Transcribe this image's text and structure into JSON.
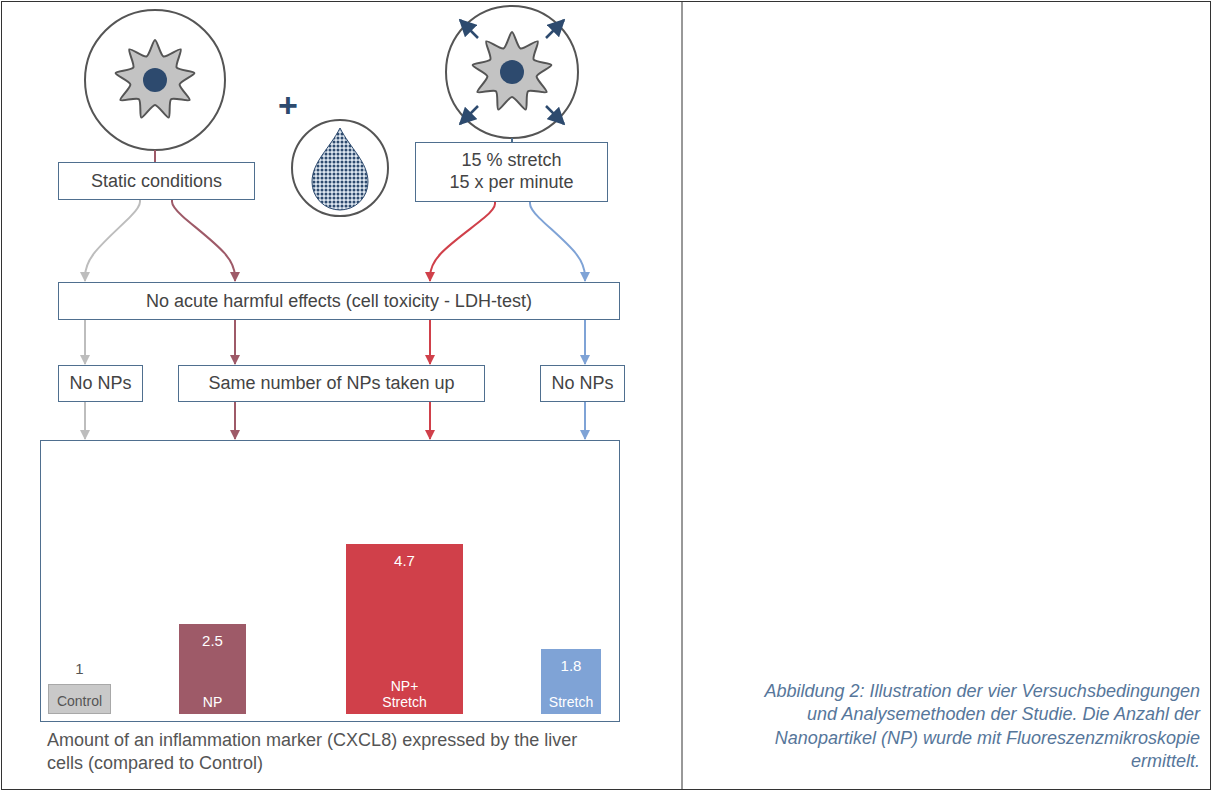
{
  "diagram": {
    "caption": "Abbildung 2: Illustration der vier Versuchsbedingungen und Analysemethoden der Studie. Die Anzahl der Nanopartikel (NP) wurde mit Fluoreszenzmikroskopie ermittelt.",
    "nodes": [
      {
        "text": [
          "Static conditions"
        ]
      },
      {
        "text": [
          "15 % stretch 15 x per minute"
        ]
      },
      {
        "text": [
          "No acute harmful effects (cell toxicity - LDH-test)"
        ]
      },
      {
        "text": [
          "No NPs"
        ]
      },
      {
        "text": [
          "Same number of NPs taken up"
        ]
      },
      {
        "text": [
          "No NPs"
        ]
      },
      {
        "text": [
          "Amount of an inflammation marker (CXCL8) expressed by the liver cells (compared to Control)"
        ]
      },
      {
        "text": [
          "1",
          "Control"
        ],
        "in": 6
      },
      {
        "text": [
          "2.5",
          "NP"
        ],
        "in": 6
      },
      {
        "text": [
          "4.7",
          "NP+ Stretch"
        ],
        "in": 6
      },
      {
        "text": [
          "1.8",
          "Stretch"
        ],
        "in": 6
      }
    ],
    "edges": [
      {
        "from": 0,
        "to": 2,
        "arrow": "to"
      },
      {
        "from": 0,
        "to": 2,
        "arrow": "to"
      },
      {
        "from": 1,
        "to": 2,
        "arrow": "to"
      },
      {
        "from": 1,
        "to": 2,
        "arrow": "to"
      },
      {
        "from": 2,
        "to": 3,
        "arrow": "to"
      },
      {
        "from": 2,
        "to": 4,
        "arrow": "to"
      },
      {
        "from": 2,
        "to": 4,
        "arrow": "to"
      },
      {
        "from": 2,
        "to": 5,
        "arrow": "to"
      },
      {
        "from": 3,
        "to": 6,
        "arrow": "to"
      },
      {
        "from": 4,
        "to": 6,
        "arrow": "to"
      },
      {
        "from": 4,
        "to": 6,
        "arrow": "to"
      },
      {
        "from": 5,
        "to": 6,
        "arrow": "to"
      }
    ],
    "labels": [
      "+"
    ]
  }
}
